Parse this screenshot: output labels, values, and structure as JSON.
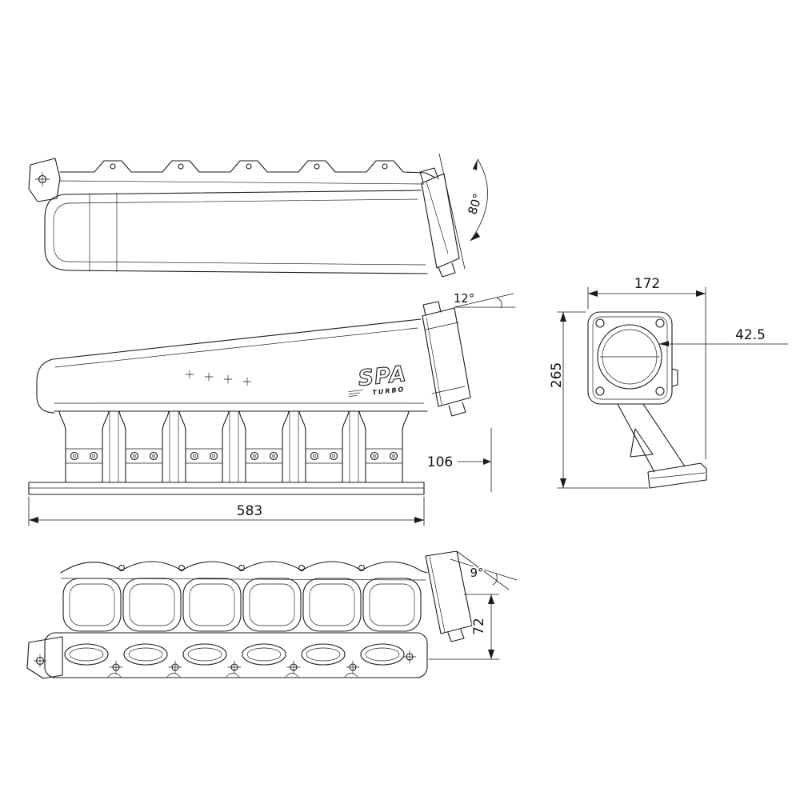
{
  "drawing": {
    "background": "#ffffff",
    "line_color": "#1a1a1a",
    "logo": {
      "brand": "SPA",
      "sub": "TURBO"
    },
    "dimensions": {
      "flange_angle_top": "80°",
      "flange_angle_main": "12°",
      "overall_length": "583",
      "runner_height": "106",
      "flange_width": "172",
      "bore_offset": "42.5",
      "overall_height": "265",
      "port_angle": "9°",
      "port_height": "72"
    }
  }
}
